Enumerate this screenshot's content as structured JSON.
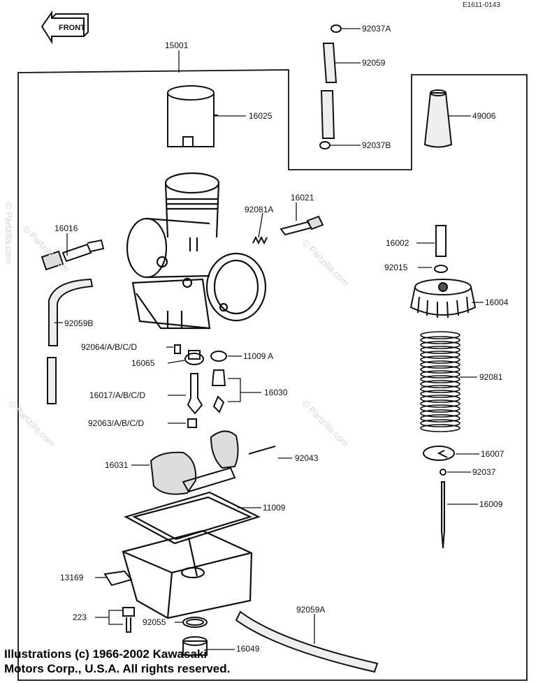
{
  "diagram": {
    "reference_code": "E1611-0143",
    "front_label": "FRONT",
    "watermark": "© Partzilla.com",
    "copyright_line1": "Illustrations (c) 1966-2002 Kawasaki",
    "copyright_line2": "Motors Corp., U.S.A.  All rights reserved."
  },
  "parts": {
    "p15001": "15001",
    "p16025": "16025",
    "p92037A": "92037A",
    "p92059": "92059",
    "p92037B": "92037B",
    "p49006": "49006",
    "p16021": "16021",
    "p92081A": "92081A",
    "p16016": "16016",
    "p92059B": "92059B",
    "p16002": "16002",
    "p92015": "92015",
    "p16004": "16004",
    "p92064": "92064/A/B/C/D",
    "p11009A": "11009 A",
    "p16065": "16065",
    "p16017": "16017/A/B/C/D",
    "p16030": "16030",
    "p92063": "92063/A/B/C/D",
    "p92081": "92081",
    "p92043": "92043",
    "p16031": "16031",
    "p16007": "16007",
    "p92037": "92037",
    "p16009": "16009",
    "p11009": "11009",
    "p13169": "13169",
    "p223": "223",
    "p92055": "92055",
    "p92059A": "92059A",
    "p16049": "16049"
  }
}
